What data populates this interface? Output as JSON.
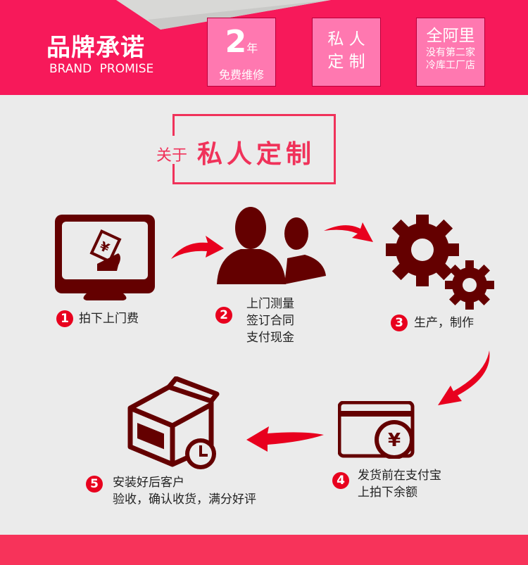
{
  "banner": {
    "brand_cn": "品牌承诺",
    "brand_en": "BRAND PROMISE",
    "boxes": [
      {
        "big": "2",
        "unit": "年",
        "sub": "免费维修"
      },
      {
        "line1": "私 人",
        "line2": "定 制"
      },
      {
        "line1": "全阿里",
        "line2": "没有第二家",
        "line3": "冷库工厂店"
      }
    ]
  },
  "title": {
    "prefix": "关于",
    "main": "私人定制"
  },
  "steps": [
    {
      "num": "1",
      "lines": [
        "拍下上门费"
      ]
    },
    {
      "num": "2",
      "lines": [
        "上门测量",
        "签订合同",
        "支付现金"
      ]
    },
    {
      "num": "3",
      "lines": [
        "生产，制作"
      ]
    },
    {
      "num": "4",
      "lines": [
        "发货前在支付宝",
        "上拍下余额"
      ]
    },
    {
      "num": "5",
      "lines": [
        "安装好后客户",
        "验收，确认收货，满分好评"
      ]
    }
  ],
  "icon_label": "¥",
  "colors": {
    "banner": "#f7195a",
    "box": "#ff78b0",
    "icon": "#640000",
    "accent": "#f0325a",
    "arrow": "#e8001e"
  }
}
